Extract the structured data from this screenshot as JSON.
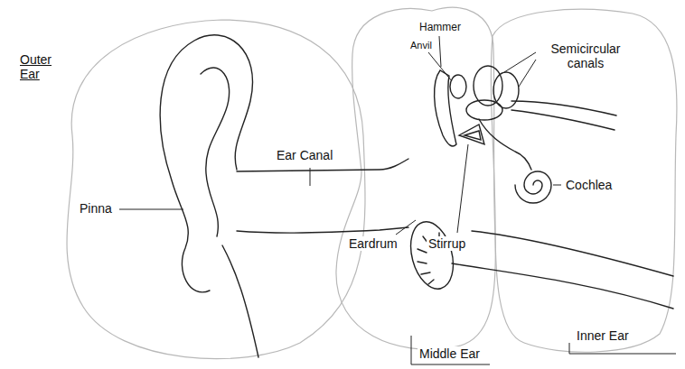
{
  "diagram": {
    "labels": [
      "Outer Ear",
      "Hammer",
      "Anvil",
      "Semicircular canals",
      "Ear Canal",
      "Pinna",
      "Cochlea",
      "Eardrum",
      "Stirrup",
      "Middle Ear",
      "Inner Ear"
    ]
  }
}
